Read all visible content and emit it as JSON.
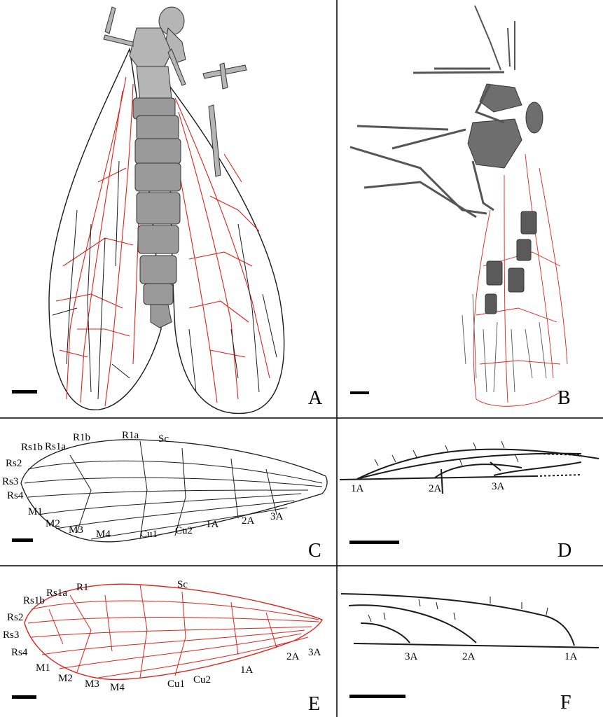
{
  "panels": {
    "A": {
      "letter": "A"
    },
    "B": {
      "letter": "B"
    },
    "C": {
      "letter": "C",
      "vein_labels": [
        "Rs1a",
        "R1b",
        "R1a",
        "Sc",
        "Rs1b",
        "Rs2",
        "Rs3",
        "Rs4",
        "M1",
        "M2",
        "M3",
        "M4",
        "Cu1",
        "Cu2",
        "1A",
        "2A",
        "3A"
      ]
    },
    "D": {
      "letter": "D",
      "vein_labels": [
        "1A",
        "2A",
        "3A"
      ]
    },
    "E": {
      "letter": "E",
      "vein_labels": [
        "Rs1a",
        "R1",
        "Sc",
        "Rs1b",
        "Rs2",
        "Rs3",
        "Rs4",
        "M1",
        "M2",
        "M3",
        "M4",
        "Cu1",
        "Cu2",
        "1A",
        "2A",
        "3A"
      ]
    },
    "F": {
      "letter": "F",
      "vein_labels": [
        "3A",
        "2A",
        "1A"
      ]
    }
  },
  "colors": {
    "black_vein": "#1a1a1a",
    "red_vein": "#e0231b",
    "body_gray": "#8a8a8a",
    "dark_gray": "#555555",
    "frame": "#000000"
  }
}
